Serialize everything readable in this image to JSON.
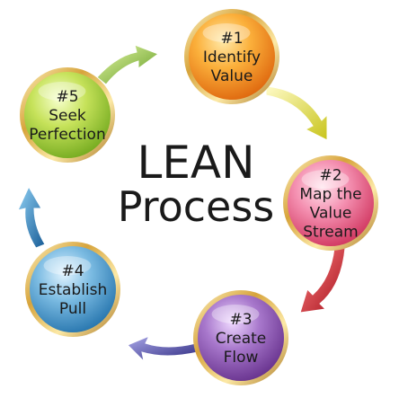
{
  "title": {
    "line1": "LEAN",
    "line2": "Process"
  },
  "steps": [
    {
      "number": "#1",
      "lines": [
        "Identify",
        "Value"
      ],
      "color": "#f7941d"
    },
    {
      "number": "#2",
      "lines": [
        "Map the",
        "Value",
        "Stream"
      ],
      "color": "#e8557a"
    },
    {
      "number": "#3",
      "lines": [
        "Create",
        "Flow"
      ],
      "color": "#8a4fb0"
    },
    {
      "number": "#4",
      "lines": [
        "Establish",
        "Pull"
      ],
      "color": "#3a8dc4"
    },
    {
      "number": "#5",
      "lines": [
        "Seek",
        "Perfection"
      ],
      "color": "#9ac83a"
    }
  ],
  "arrows": [
    {
      "color": "#c8d82a"
    },
    {
      "color": "#c8202c"
    },
    {
      "color": "#3e3a94"
    },
    {
      "color": "#1e6aa8"
    },
    {
      "color": "#7ab82e"
    }
  ]
}
